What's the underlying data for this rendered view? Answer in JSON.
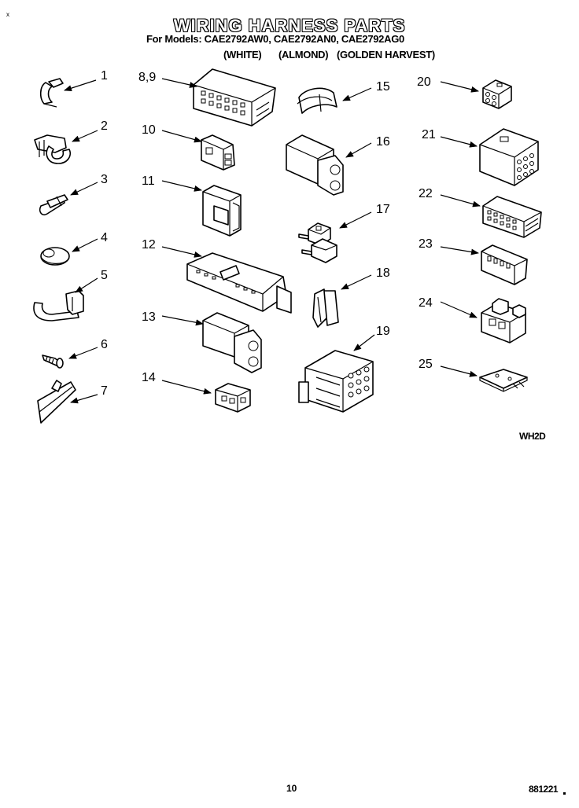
{
  "header": {
    "title": "WIRING HARNESS PARTS",
    "models_line": "For Models: CAE2792AW0, CAE2792AN0, CAE2792AG0",
    "color_white": "(WHITE)",
    "color_almond": "(ALMOND)",
    "color_golden": "(GOLDEN HARVEST)"
  },
  "corner_mark": "x",
  "callouts": {
    "c1": "1",
    "c2": "2",
    "c3": "3",
    "c4": "4",
    "c5": "5",
    "c6": "6",
    "c7": "7",
    "c89": "8,9",
    "c10": "10",
    "c11": "11",
    "c12": "12",
    "c13": "13",
    "c14": "14",
    "c15": "15",
    "c16": "16",
    "c17": "17",
    "c18": "18",
    "c19": "19",
    "c20": "20",
    "c21": "21",
    "c22": "22",
    "c23": "23",
    "c24": "24",
    "c25": "25"
  },
  "diagram_code": "WH2D",
  "footer": {
    "page_number": "10",
    "doc_code": "881221"
  }
}
